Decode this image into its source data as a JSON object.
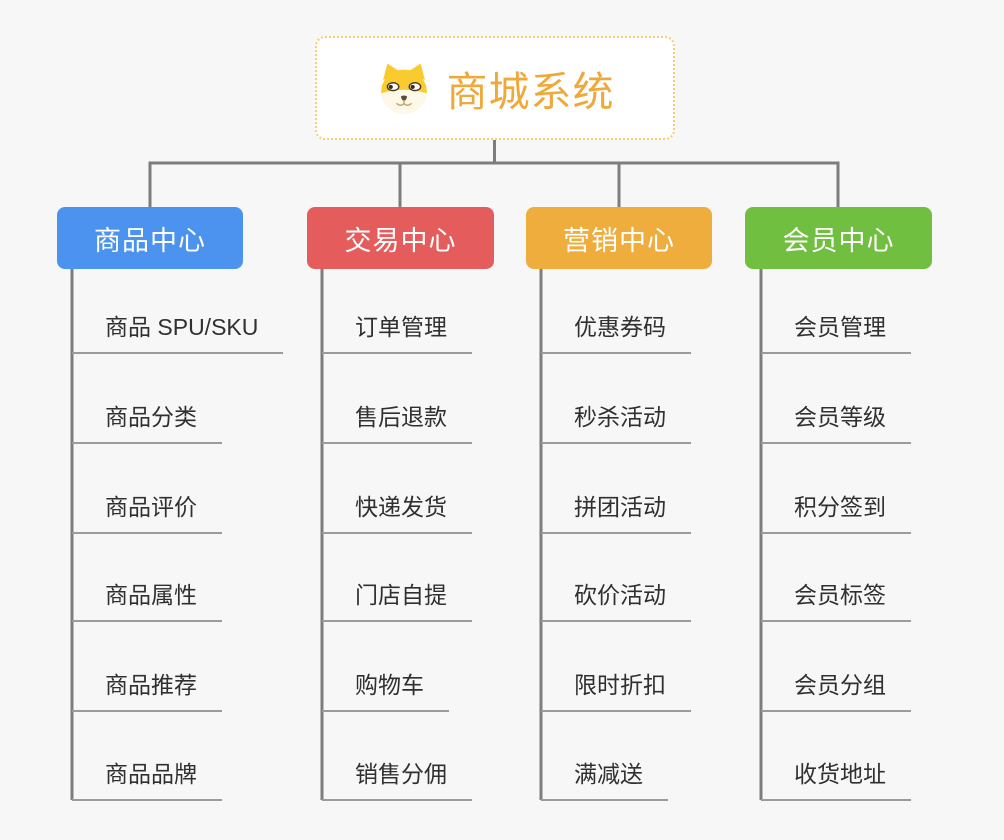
{
  "root": {
    "title": "商城系统",
    "icon": "shiba-dog-icon",
    "text_color": "#efa93a",
    "border_color": "#f8ca74",
    "background": "#ffffff"
  },
  "canvas": {
    "background": "#f7f7f8",
    "connector_color": "#7d7d7d",
    "underline_color": "#9b9b9b",
    "leaf_text_color": "#303030"
  },
  "branches": [
    {
      "label": "商品中心",
      "color": "#4b93ee",
      "items": [
        "商品 SPU/SKU",
        "商品分类",
        "商品评价",
        "商品属性",
        "商品推荐",
        "商品品牌"
      ]
    },
    {
      "label": "交易中心",
      "color": "#e45c5c",
      "items": [
        "订单管理",
        "售后退款",
        "快递发货",
        "门店自提",
        "购物车",
        "销售分佣"
      ]
    },
    {
      "label": "营销中心",
      "color": "#efad3d",
      "items": [
        "优惠券码",
        "秒杀活动",
        "拼团活动",
        "砍价活动",
        "限时折扣",
        "满减送"
      ]
    },
    {
      "label": "会员中心",
      "color": "#71bf41",
      "items": [
        "会员管理",
        "会员等级",
        "积分签到",
        "会员标签",
        "会员分组",
        "收货地址"
      ]
    }
  ]
}
